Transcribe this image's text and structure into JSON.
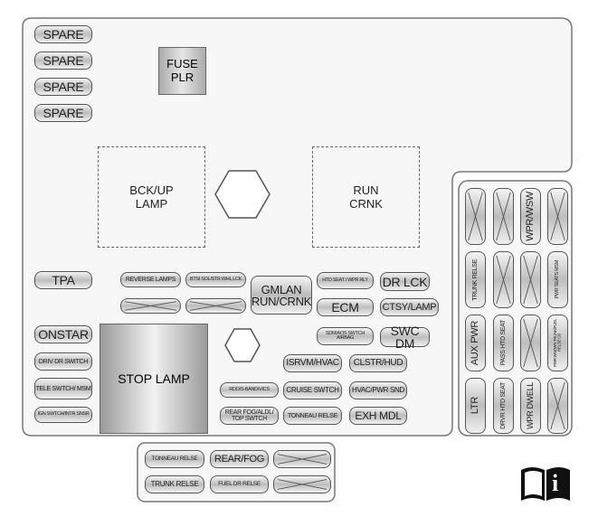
{
  "spares": [
    "SPARE",
    "SPARE",
    "SPARE",
    "SPARE"
  ],
  "fuse_plr": "FUSE\nPLR",
  "relays": {
    "bckup": "BCK/UP\nLAMP",
    "run_crnk": "RUN\nCRNK",
    "stop_lamp": "STOP LAMP"
  },
  "left": {
    "tpa": "TPA",
    "onstar": "ONSTAR",
    "driv_dr": "DRIV DR SWITCH",
    "tele": "TELE SWTCH/ MSM",
    "ign": "IGN SWTCH/INTR SNSR"
  },
  "center": {
    "reverse": "REVERSE LAMPS",
    "btsi": "BTSI SOL/STR WHL LCK",
    "gmlan": "GMLAN RUN/CRNK",
    "htd_seat": "HTD SEAT / WPR RLY",
    "dr_lck": "DR LCK",
    "ecm": "ECM",
    "ctsy": "CTSY/LAMP",
    "sdm": "SDM/AOS SWTCH AIRBAG",
    "swc": "SWC DM",
    "isrvm": "ISRVM/HVAC",
    "clstr": "CLSTR/HUD",
    "rdo": "RDO/S-BAND/VICS",
    "cruise": "CRUISE SWTCH",
    "hvac": "HVAC/PWR SND",
    "rear_fog": "REAR FOG/ALDL/ TOP SWTCH",
    "tonneau": "TONNEAU RELSE",
    "exh": "EXH MDL"
  },
  "right": {
    "wpr_wsw": "WPR/WSW",
    "trunk": "TRUNK RELSE",
    "pwr_seats": "PWR SEATS MSM",
    "aux": "AUX PWR",
    "pass_htd": "PASS HTD SEAT",
    "pwr_wndws": "PWR WNDWS TRUNK/FUEL RELSE CB",
    "ltr": "LTR",
    "drvr_htd": "DRVR HTD SEAT",
    "wpr_dwell": "WPR DWELL"
  },
  "bottom": {
    "tonneau": "TONNEAU RELSE",
    "rear_fog": "REAR/FOG",
    "trunk": "TRUNK RELSE",
    "fuel_dr": "FUEL DR RELSE"
  },
  "info_icon": "i"
}
